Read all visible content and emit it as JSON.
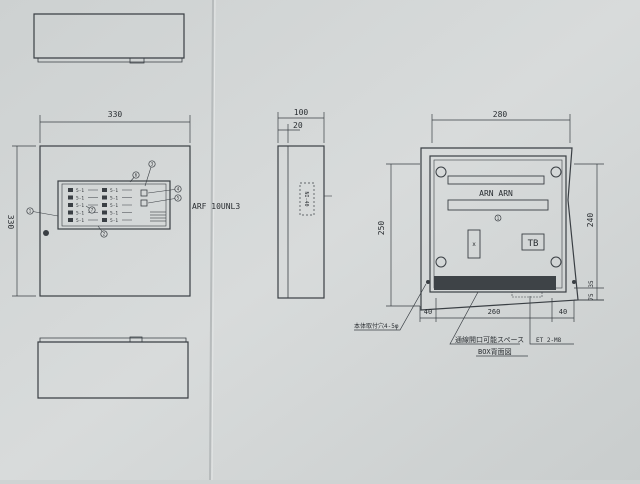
{
  "drawing": {
    "model_label": "ARF 10UNL3",
    "front_view": {
      "width_dim": "330",
      "height_dim": "330",
      "lamp_rows": [
        "5-1",
        "5-1",
        "5-1",
        "5-1",
        "5-1",
        "5-1",
        "5-1",
        "5-1",
        "5-1",
        "5-1"
      ],
      "callouts": [
        "1",
        "2",
        "3",
        "4",
        "5",
        "6",
        "7"
      ]
    },
    "side_view": {
      "depth_dim": "100",
      "front_offset_dim": "20",
      "side_label": "NI-40"
    },
    "back_view": {
      "width_dim": "280",
      "outer_height_dim": "250",
      "inner_height_dim": "240",
      "right_small_dim_1": "35",
      "right_small_dim_2": "75",
      "bottom_left_dim": "40",
      "bottom_mid_dim": "260",
      "bottom_right_dim": "40",
      "window_label": "ARN ARN",
      "window_callout": "1",
      "tb_label": "TB",
      "x_label": "x",
      "mount_note": "本体取付穴4-5φ",
      "wiring_note": "通線開口可能スペース",
      "box_note": "BOX背面図",
      "et_note": "ET 2-M8"
    }
  }
}
